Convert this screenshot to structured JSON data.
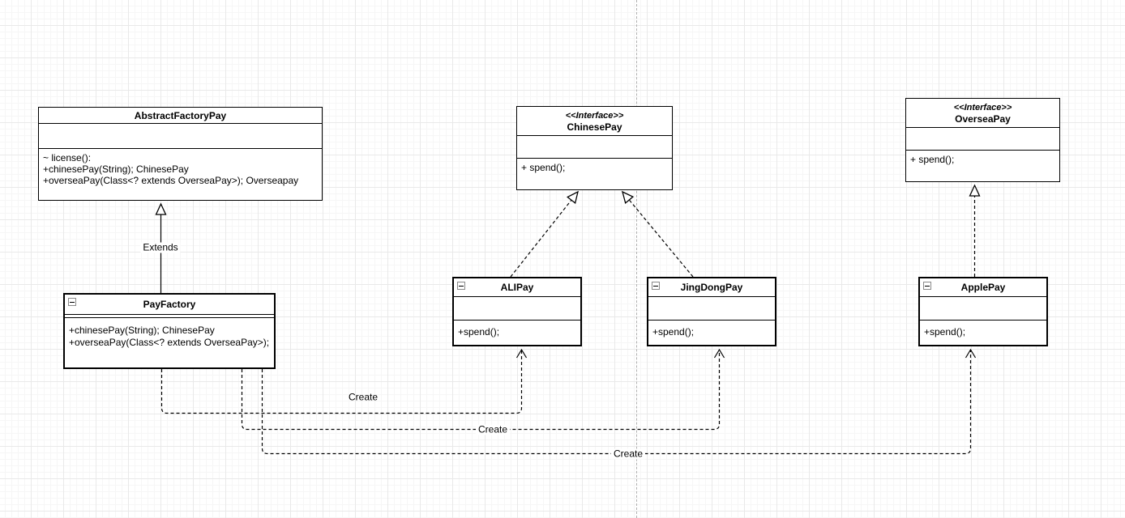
{
  "diagram": {
    "classes": {
      "abstract_factory_pay": {
        "title": "AbstractFactoryPay",
        "methods": [
          "~ license():",
          "+chinesePay(String); ChinesePay",
          "+overseaPay(Class<? extends OverseaPay>); Overseapay"
        ]
      },
      "chinese_pay": {
        "stereotype": "<<Interface>>",
        "title": "ChinesePay",
        "methods": [
          "+ spend();"
        ]
      },
      "oversea_pay": {
        "stereotype": "<<Interface>>",
        "title": "OverseaPay",
        "methods": [
          "+ spend();"
        ]
      },
      "pay_factory": {
        "title": "PayFactory",
        "methods": [
          "+chinesePay(String); ChinesePay",
          "+overseaPay(Class<? extends OverseaPay>);"
        ]
      },
      "ali_pay": {
        "title": "ALIPay",
        "methods": [
          "+spend();"
        ]
      },
      "jing_dong_pay": {
        "title": "JingDongPay",
        "methods": [
          "+spend();"
        ]
      },
      "apple_pay": {
        "title": "ApplePay",
        "methods": [
          "+spend();"
        ]
      }
    },
    "edges": {
      "extends_label": "Extends",
      "create_label_1": "Create",
      "create_label_2": "Create",
      "create_label_3": "Create"
    },
    "colors": {
      "shape_stroke": "#000000",
      "text": "#000000",
      "grid_minor": "#f6f6f6",
      "grid_major": "#e9e9e9",
      "page_divider": "#b0b0b0",
      "background": "#ffffff"
    }
  }
}
